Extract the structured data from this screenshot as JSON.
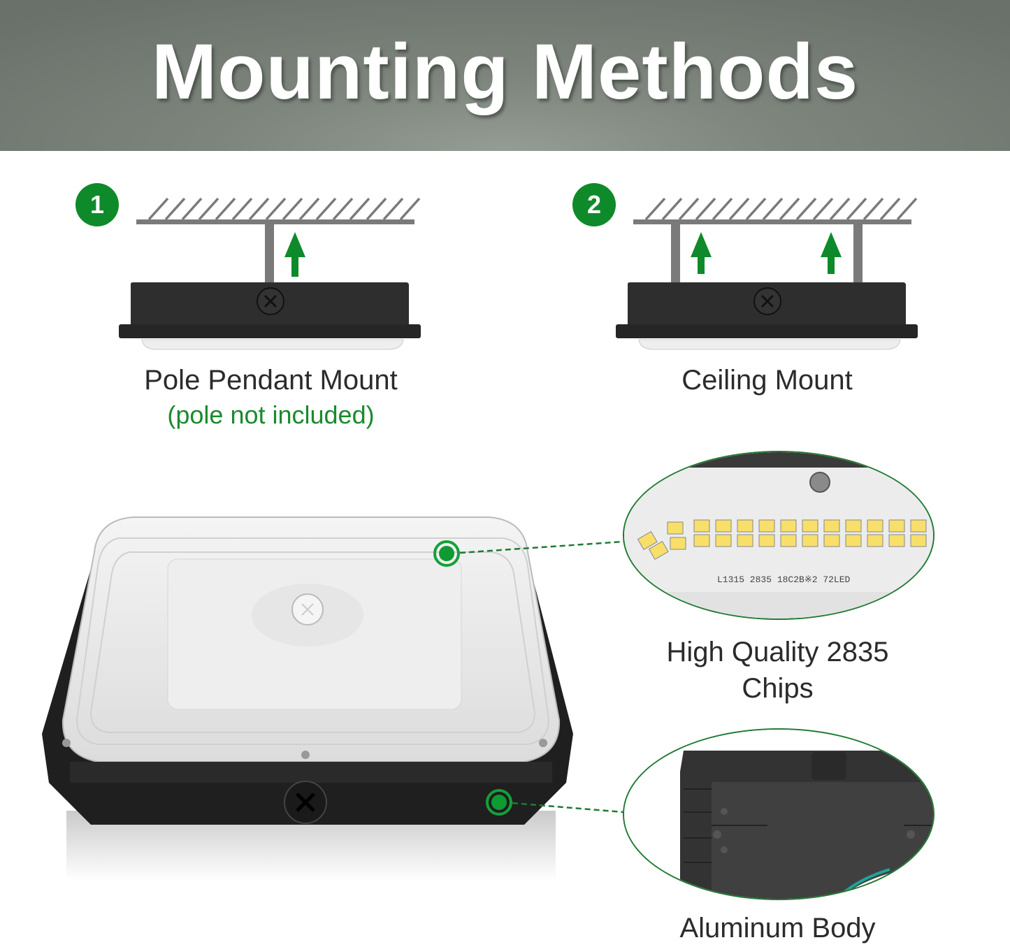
{
  "banner": {
    "title": "Mounting Methods",
    "background_color": "#7d857d",
    "title_color": "#ffffff"
  },
  "methods": [
    {
      "step": "1",
      "label": "Pole Pendant Mount",
      "note": "(pole not included)",
      "diagram_icons": [
        "ceiling-hatch-icon",
        "pole-icon",
        "up-arrow-icon",
        "light-fixture-icon"
      ]
    },
    {
      "step": "2",
      "label": "Ceiling Mount",
      "diagram_icons": [
        "ceiling-hatch-icon",
        "bracket-icon",
        "up-arrow-icon",
        "up-arrow-icon",
        "light-fixture-icon"
      ]
    }
  ],
  "features": [
    {
      "label_line1": "High Quality 2835",
      "label_line2": "Chips",
      "pcb_marking": "L1315 2835 18C2B※2  72LED"
    },
    {
      "label": "Aluminum Body"
    }
  ],
  "colors": {
    "accent_green": "#0f8a2a",
    "note_green": "#1a8a2e",
    "callout_green": "#14a03a",
    "fixture_black": "#2a2a2a",
    "diagram_gray": "#7a7a7a",
    "led_yellow": "#f7df6a"
  }
}
